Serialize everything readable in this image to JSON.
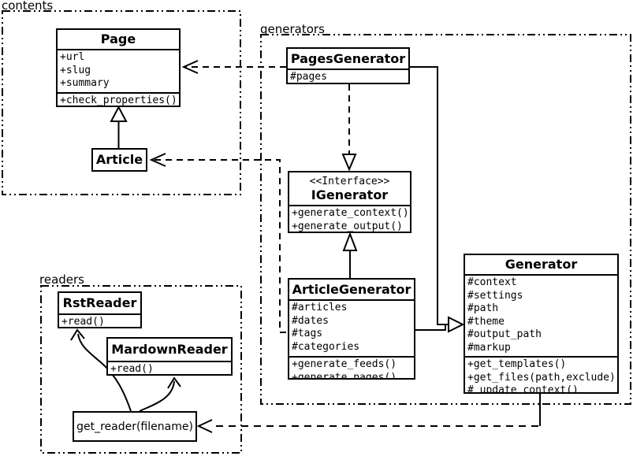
{
  "diagram": {
    "type": "uml-class-diagram",
    "packages": {
      "contents": {
        "label": "contents"
      },
      "generators": {
        "label": "generators"
      },
      "readers": {
        "label": "readers"
      }
    },
    "classes": {
      "page": {
        "title": "Page",
        "attributes": [
          "+url",
          "+slug",
          "+summary"
        ],
        "methods": [
          "+check_properties()"
        ]
      },
      "article": {
        "title": "Article"
      },
      "pagesGenerator": {
        "title": "PagesGenerator",
        "attributes": [
          "#pages"
        ]
      },
      "iGenerator": {
        "stereotype": "<<Interface>>",
        "title": "IGenerator",
        "methods": [
          "+generate_context()",
          "+generate_output()"
        ]
      },
      "articleGenerator": {
        "title": "ArticleGenerator",
        "attributes": [
          "#articles",
          "#dates",
          "#tags",
          "#categories"
        ],
        "methods": [
          "+generate_feeds()",
          "+generate_pages()"
        ]
      },
      "generator": {
        "title": "Generator",
        "attributes": [
          "#context",
          "#settings",
          "#path",
          "#theme",
          "#output_path",
          "#markup"
        ],
        "methods": [
          "+get_templates()",
          "+get_files(path,exclude)",
          "#_update_context()"
        ]
      },
      "rstReader": {
        "title": "RstReader",
        "methods": [
          "+read()"
        ]
      },
      "mardownReader": {
        "title": "MardownReader",
        "methods": [
          "+read()"
        ]
      },
      "getReader": {
        "title": "get_reader(filename)"
      }
    },
    "relationships": [
      {
        "from": "PagesGenerator",
        "to": "Page",
        "type": "dependency"
      },
      {
        "from": "ArticleGenerator",
        "to": "Article",
        "type": "dependency"
      },
      {
        "from": "Article",
        "to": "Page",
        "type": "generalization"
      },
      {
        "from": "PagesGenerator",
        "to": "IGenerator",
        "type": "realization"
      },
      {
        "from": "ArticleGenerator",
        "to": "IGenerator",
        "type": "generalization"
      },
      {
        "from": "PagesGenerator",
        "to": "Generator",
        "type": "generalization"
      },
      {
        "from": "ArticleGenerator",
        "to": "Generator",
        "type": "generalization"
      },
      {
        "from": "Generator",
        "to": "get_reader(filename)",
        "type": "dependency"
      },
      {
        "from": "get_reader(filename)",
        "to": "RstReader",
        "type": "association"
      },
      {
        "from": "get_reader(filename)",
        "to": "MardownReader",
        "type": "association"
      }
    ],
    "colors": {
      "line": "#000000",
      "background": "#ffffff"
    }
  }
}
